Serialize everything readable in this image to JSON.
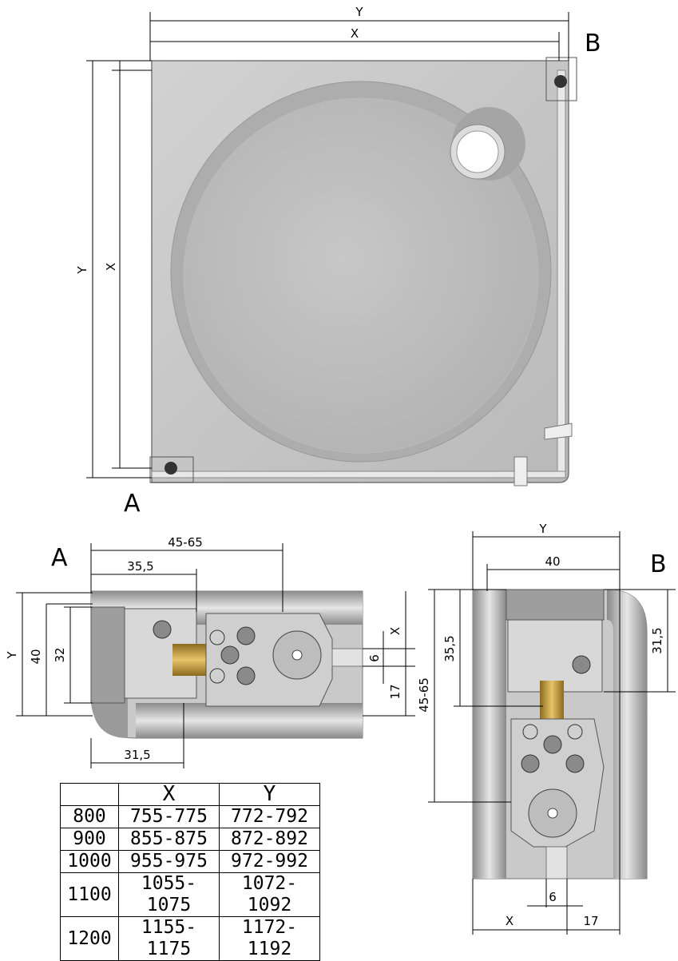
{
  "main_view": {
    "dim_top_outer": "Y",
    "dim_top_inner": "X",
    "dim_left_outer": "Y",
    "dim_left_inner": "X",
    "label_a": "A",
    "label_b": "B"
  },
  "detail_a": {
    "title": "A",
    "dim_top_outer": "45-65",
    "dim_top_inner": "35,5",
    "dim_bottom": "31,5",
    "dim_left_outer": "Y",
    "dim_left_mid": "40",
    "dim_left_inner": "32",
    "dim_right_x": "X",
    "dim_right_6": "6",
    "dim_right_17": "17"
  },
  "detail_b": {
    "title": "B",
    "dim_top_outer": "Y",
    "dim_top_inner": "40",
    "dim_left_inner": "35,5",
    "dim_left_outer": "45-65",
    "dim_right": "31,5",
    "dim_bottom_6": "6",
    "dim_bottom_x": "X",
    "dim_bottom_17": "17"
  },
  "table": {
    "headers": [
      "",
      "X",
      "Y"
    ],
    "rows": [
      [
        "800",
        "755-775",
        "772-792"
      ],
      [
        "900",
        "855-875",
        "872-892"
      ],
      [
        "1000",
        "955-975",
        "972-992"
      ],
      [
        "1100",
        "1055-1075",
        "1072-1092"
      ],
      [
        "1200",
        "1155-1175",
        "1172-1192"
      ]
    ]
  }
}
